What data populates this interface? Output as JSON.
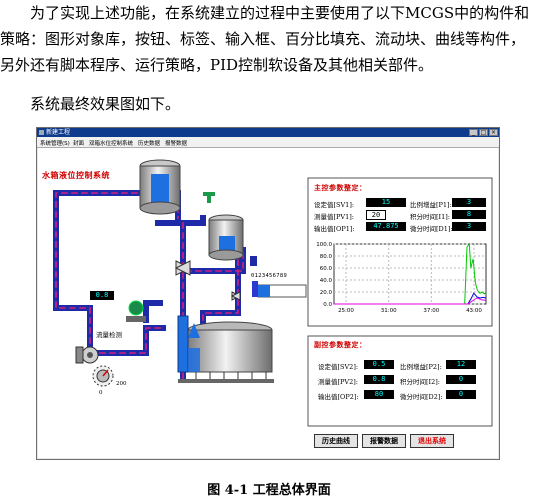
{
  "paragraphs": {
    "intro": "为了实现上述功能，在系统建立的过程中主要使用了以下MCGS中的构件和策略：图形对象库，按钮、标签、输入框、百分比填充、流动块、曲线等构件，另外还有脚本程序、运行策略，PID控制软设备及其他相关部件。",
    "result": "系统最终效果图如下。"
  },
  "window": {
    "title": "新建工程",
    "menu": [
      "系统管理(S)",
      "封面",
      "双箱水位控制系统",
      "历史数据",
      "报警数据"
    ],
    "controls": [
      "_",
      "□",
      "×"
    ]
  },
  "scada": {
    "system_title": "水箱液位控制系统",
    "flow_label": "流量检测",
    "flow_value": "0.8",
    "knob_value": "200",
    "knob_zero": "0",
    "slider_digits": "0123456789",
    "main": {
      "title": "主控参数整定：",
      "sv_label": "设定值[SV1]:",
      "sv_value": "15",
      "pv_label": "测量值[PV1]:",
      "pv_value": "20",
      "op_label": "输出值[OP1]:",
      "op_value": "47.875",
      "p_label": "比例增益[P1]:",
      "p_value": "3",
      "i_label": "积分时间[I1]:",
      "i_value": "8",
      "d_label": "微分时间[D1]:",
      "d_value": "3"
    },
    "secondary": {
      "title": "副控参数整定：",
      "sv_label": "设定值[SV2]:",
      "sv_value": "0.5",
      "pv_label": "测量值[PV2]:",
      "pv_value": "0.8",
      "op_label": "输出值[OP2]:",
      "op_value": "80",
      "p_label": "比例增益[P2]:",
      "p_value": "12",
      "i_label": "积分时间[I2]:",
      "i_value": "0",
      "d_label": "微分时间[D2]:",
      "d_value": "0"
    },
    "buttons": {
      "history": "历史曲线",
      "alarm": "报警数据",
      "exit": "退出系统"
    },
    "colors": {
      "pipe": "#1e2aa8",
      "water": "#1e6fe0",
      "title_red": "#d10000",
      "exit_red": "#e00000"
    }
  },
  "chart_data": {
    "type": "line",
    "y_ticks": [
      "100.0",
      "80.0",
      "60.0",
      "40.0",
      "20.0",
      "0.0"
    ],
    "x_ticks": [
      "25:00",
      "31:00",
      "37:00",
      "43:00"
    ],
    "ylim": [
      0,
      100
    ],
    "grid": true,
    "series": [
      {
        "color": "#00c800",
        "x": [
          0,
          0.86,
          0.875,
          0.89,
          0.9,
          0.915,
          0.93,
          0.945,
          0.96,
          0.975,
          0.99,
          1.0
        ],
        "values": [
          0,
          0,
          95,
          100,
          60,
          75,
          35,
          22,
          18,
          20,
          17,
          19
        ]
      },
      {
        "color": "#0000e0",
        "x": [
          0,
          0.88,
          0.9,
          0.92,
          0.94,
          0.96,
          0.98,
          1.0
        ],
        "values": [
          0,
          0,
          8,
          18,
          12,
          10,
          11,
          10
        ]
      },
      {
        "color": "#e000e0",
        "x": [
          0,
          0.88,
          0.91,
          0.94,
          0.97,
          1.0
        ],
        "values": [
          0,
          0,
          5,
          10,
          7,
          6
        ]
      }
    ]
  },
  "caption": "图 4-1  工程总体界面"
}
